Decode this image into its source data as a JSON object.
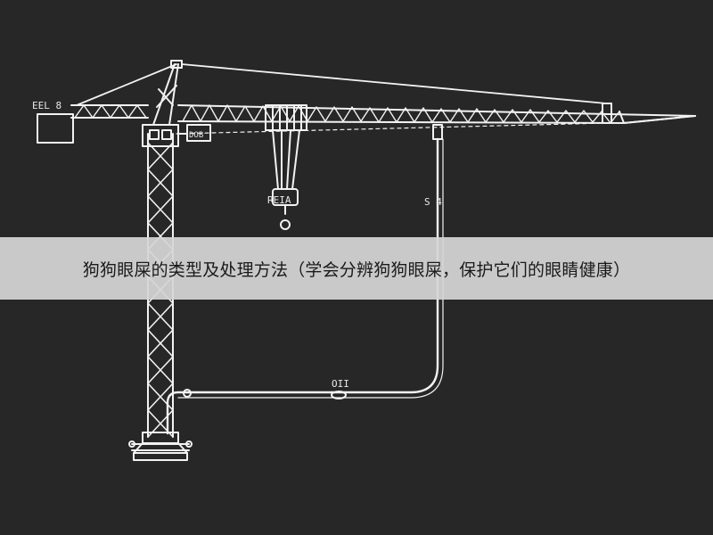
{
  "caption": {
    "text": "狗狗眼屎的类型及处理方法（学会分辨狗狗眼屎，保护它们的眼睛健康）"
  },
  "diagram": {
    "labels": {
      "counterweight": "EEL 8",
      "cab": "DOB",
      "hook": "REIA",
      "trolley": "S 4",
      "cable": "OII"
    }
  },
  "colors": {
    "background": "#272727",
    "line": "#f2f2f2",
    "band": "#d6d6d6",
    "caption_text": "#1a1a1a"
  }
}
